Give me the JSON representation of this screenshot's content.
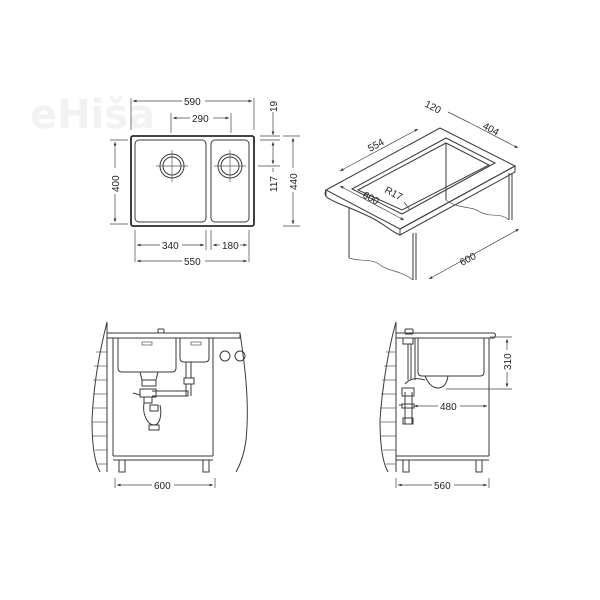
{
  "watermark": {
    "text": "eHiša"
  },
  "top_view": {
    "dim_overall_width": "590",
    "dim_bowl_spacing": "290",
    "dim_rim_offset": "19",
    "dim_drain_offset": "117",
    "dim_overall_depth": "440",
    "dim_bowl_depth": "400",
    "dim_large_bowl_width": "340",
    "dim_small_bowl_width": "180",
    "dim_bowls_total": "550"
  },
  "iso_view": {
    "dim_rim": "120",
    "dim_cutout_length": "554",
    "dim_cutout_depth": "404",
    "dim_radius": "R17",
    "dim_cabinet_width": "600",
    "dim_cabinet_depth": "600"
  },
  "front_view": {
    "dim_cabinet_width": "600"
  },
  "side_view": {
    "dim_bowl_height": "310",
    "dim_drain_distance": "480",
    "dim_cabinet_depth": "560"
  }
}
